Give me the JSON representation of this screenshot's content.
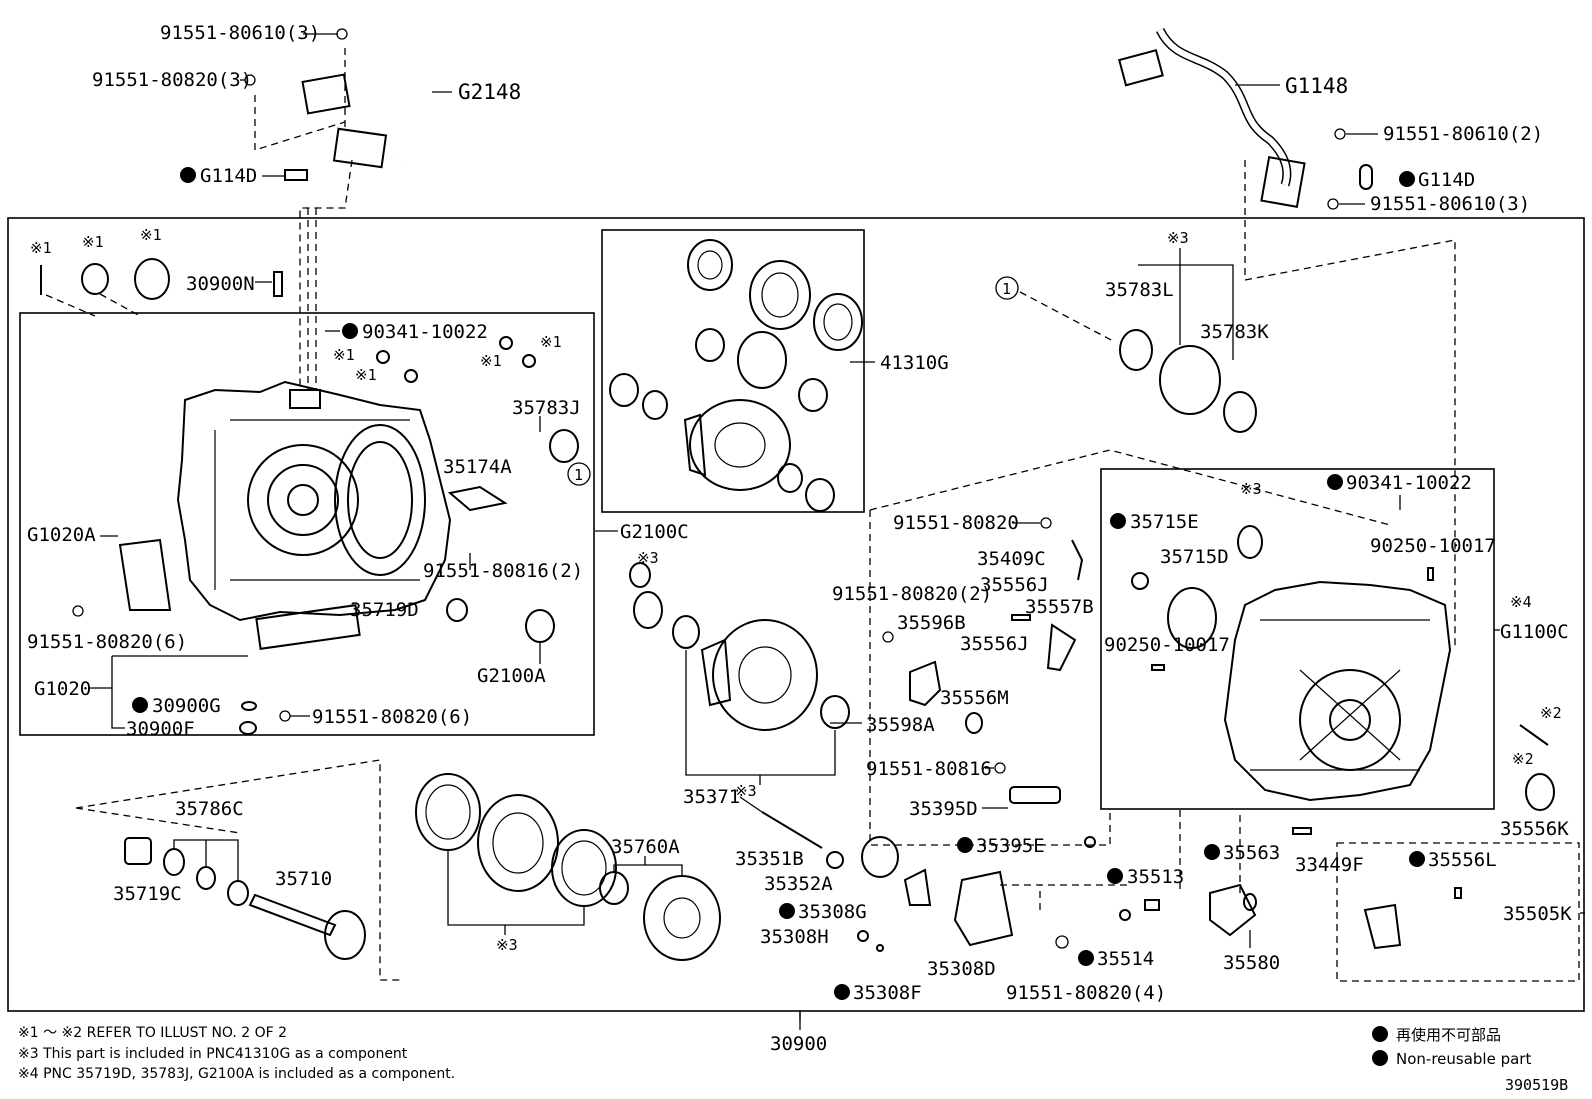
{
  "labels": {
    "p91551_80610_3_top": "91551-80610(3)",
    "p91551_80820_3": "91551-80820(3)",
    "g2148": "G2148",
    "g114d_left": "G114D",
    "g1148": "G1148",
    "p91551_80610_2": "91551-80610(2)",
    "g114d_right": "G114D",
    "p91551_80610_3_right": "91551-80610(3)",
    "p30900n": "30900N",
    "p90341_10022_left": "90341-10022",
    "p35783j": "35783J",
    "p35174a": "35174A",
    "g1020a": "G1020A",
    "p91551_80816_2": "91551-80816(2)",
    "p35719d": "35719D",
    "g2100c": "G2100C",
    "g2100a": "G2100A",
    "p91551_80820_6_left": "91551-80820(6)",
    "g1020": "G1020",
    "p30900g": "30900G",
    "p30900f": "30900F",
    "p91551_80820_6_mid": "91551-80820(6)",
    "p41310g": "41310G",
    "p35783l": "35783L",
    "p35783k": "35783K",
    "p90341_10022_right": "90341-10022",
    "p91551_80820": "91551-80820",
    "p35715e": "35715E",
    "p35715d": "35715D",
    "p90250_10017_a": "90250-10017",
    "p35409c": "35409C",
    "p35556j_a": "35556J",
    "p91551_80820_2": "91551-80820(2)",
    "p35557b": "35557B",
    "p35596b": "35596B",
    "p35556j_b": "35556J",
    "p90250_10017_b": "90250-10017",
    "g1100c": "G1100C",
    "p35556m": "35556M",
    "p35598a": "35598A",
    "p91551_80816": "91551-80816",
    "p35395d": "35395D",
    "p35395e": "35395E",
    "p35556k": "35556K",
    "p35786c": "35786C",
    "p35719c": "35719C",
    "p35710": "35710",
    "p35760a": "35760A",
    "p35371": "35371",
    "p35351b": "35351B",
    "p35352a": "35352A",
    "p35308g": "35308G",
    "p35308h": "35308H",
    "p35308f": "35308F",
    "p35308d": "35308D",
    "p91551_80820_4": "91551-80820(4)",
    "p35563": "35563",
    "p35513": "35513",
    "p35514": "35514",
    "p35580": "35580",
    "p33449f": "33449F",
    "p35556l": "35556L",
    "p35505k": "35505K",
    "p30900": "30900"
  },
  "marks": {
    "m1": "※1",
    "m2": "※2",
    "m3": "※3",
    "m4": "※4",
    "circle1": "1"
  },
  "notes": [
    "※1 ～ ※2 REFER TO ILLUST NO. 2 OF 2",
    "※3 This part is included in PNC41310G as a component",
    "※4 PNC 35719D, 35783J, G2100A is included as a component."
  ],
  "legend": {
    "jp": "再使用不可部品",
    "en": "Non-reusable part"
  },
  "diagram_code": "390519B"
}
